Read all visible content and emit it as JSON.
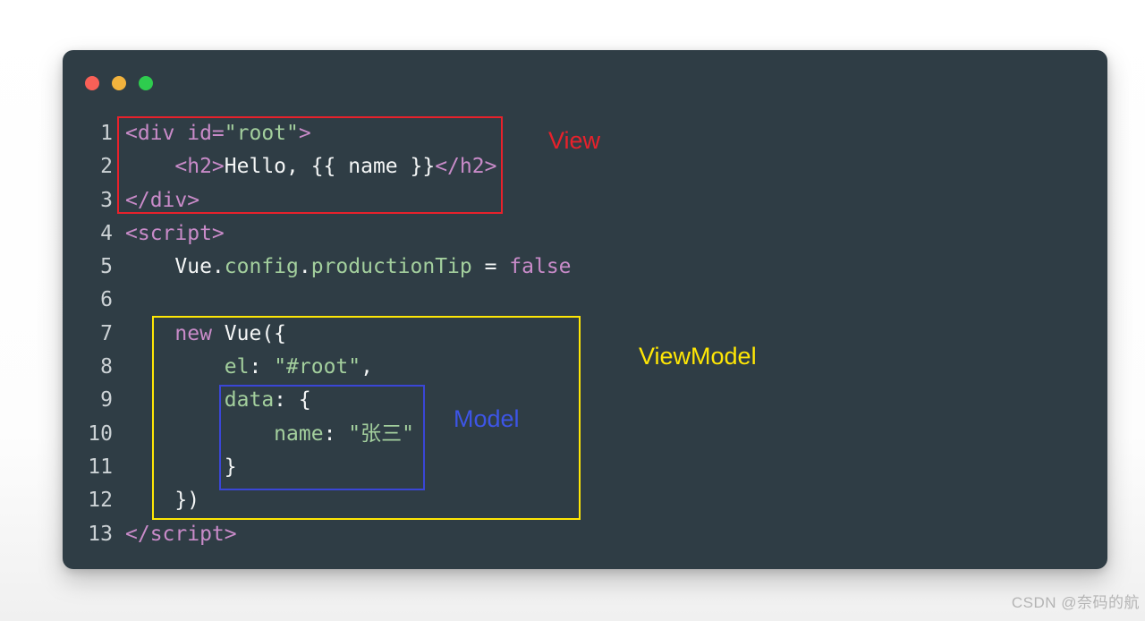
{
  "window": {
    "controls": [
      {
        "name": "close",
        "color": "#f96057"
      },
      {
        "name": "minimize",
        "color": "#f2b33d"
      },
      {
        "name": "maximize",
        "color": "#2ecc4e"
      }
    ],
    "background": "#2f3d45"
  },
  "colors": {
    "purple": "#c98bc9",
    "green": "#a3cf9d",
    "plain": "#f4f6f6",
    "line_number": "#ccd2d5",
    "view_red": "#e8212b",
    "viewmodel_yellow": "#ffe705",
    "model_blue_box": "#3a46d6",
    "model_blue_label": "#3d55e6",
    "watermark_gray": "#b4b4b4"
  },
  "code": {
    "lines": [
      {
        "no": "1",
        "segments": [
          [
            "<div id=",
            "purple"
          ],
          [
            "\"root\"",
            "green"
          ],
          [
            ">",
            "purple"
          ]
        ]
      },
      {
        "no": "2",
        "segments": [
          [
            "    ",
            "plain"
          ],
          [
            "<h2>",
            "purple"
          ],
          [
            "Hello, {{ name }}",
            "plain"
          ],
          [
            "</h2>",
            "purple"
          ]
        ]
      },
      {
        "no": "3",
        "segments": [
          [
            "</div>",
            "purple"
          ]
        ]
      },
      {
        "no": "4",
        "segments": [
          [
            "<script>",
            "purple"
          ]
        ]
      },
      {
        "no": "5",
        "segments": [
          [
            "    Vue.",
            "plain"
          ],
          [
            "config",
            "green"
          ],
          [
            ".",
            "plain"
          ],
          [
            "productionTip",
            "green"
          ],
          [
            " = ",
            "plain"
          ],
          [
            "false",
            "purple"
          ]
        ]
      },
      {
        "no": "6",
        "segments": []
      },
      {
        "no": "7",
        "segments": [
          [
            "    ",
            "plain"
          ],
          [
            "new",
            "purple"
          ],
          [
            " Vue({",
            "plain"
          ]
        ]
      },
      {
        "no": "8",
        "segments": [
          [
            "        ",
            "plain"
          ],
          [
            "el",
            "green"
          ],
          [
            ": ",
            "plain"
          ],
          [
            "\"#root\"",
            "green"
          ],
          [
            ",",
            "plain"
          ]
        ]
      },
      {
        "no": "9",
        "segments": [
          [
            "        ",
            "plain"
          ],
          [
            "data",
            "green"
          ],
          [
            ": {",
            "plain"
          ]
        ]
      },
      {
        "no": "10",
        "segments": [
          [
            "            ",
            "plain"
          ],
          [
            "name",
            "green"
          ],
          [
            ": ",
            "plain"
          ],
          [
            "\"张三\"",
            "green"
          ]
        ]
      },
      {
        "no": "11",
        "segments": [
          [
            "        }",
            "plain"
          ]
        ]
      },
      {
        "no": "12",
        "segments": [
          [
            "    })",
            "plain"
          ]
        ]
      },
      {
        "no": "13",
        "segments": [
          [
            "</script>",
            "purple"
          ]
        ]
      }
    ]
  },
  "annotations": {
    "view": {
      "label": "View"
    },
    "viewmodel": {
      "label": "ViewModel"
    },
    "model": {
      "label": "Model"
    }
  },
  "watermark": {
    "text": "CSDN @奈码的航"
  }
}
